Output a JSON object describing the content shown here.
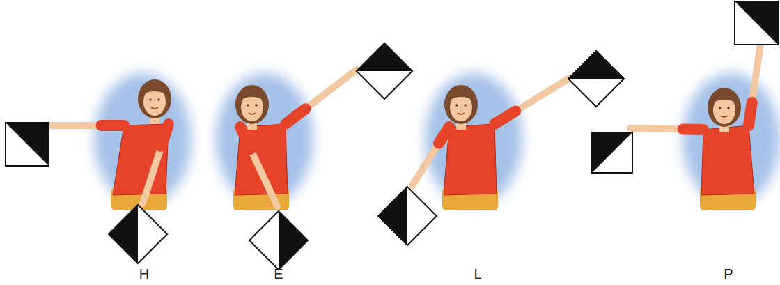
{
  "diagram": {
    "labels": [
      "H",
      "E",
      "L",
      "P"
    ]
  }
}
